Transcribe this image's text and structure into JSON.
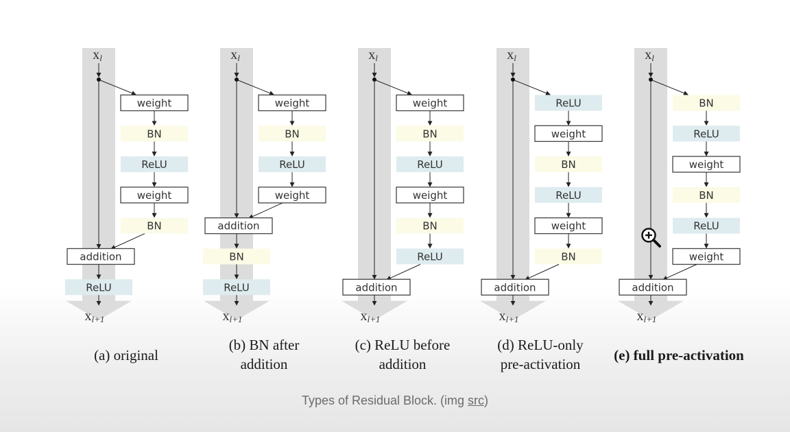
{
  "diagrams": [
    {
      "top_label": "x",
      "top_sub": "l",
      "bottom_label": "x",
      "bottom_sub": "l+1",
      "blocks": [
        "weight",
        "BN",
        "ReLU",
        "weight",
        "BN"
      ],
      "addition_label": "addition",
      "post_blocks": [
        "ReLU"
      ],
      "caption": [
        "(a) original"
      ],
      "caption_bold": false
    },
    {
      "top_label": "x",
      "top_sub": "l",
      "bottom_label": "x",
      "bottom_sub": "l+1",
      "blocks": [
        "weight",
        "BN",
        "ReLU",
        "weight"
      ],
      "addition_label": "addition",
      "post_blocks": [
        "BN",
        "ReLU"
      ],
      "caption": [
        "(b) BN after",
        "addition"
      ],
      "caption_bold": false
    },
    {
      "top_label": "x",
      "top_sub": "l",
      "bottom_label": "x",
      "bottom_sub": "l+1",
      "blocks": [
        "weight",
        "BN",
        "ReLU",
        "weight",
        "BN",
        "ReLU"
      ],
      "addition_label": "addition",
      "post_blocks": [],
      "caption": [
        "(c) ReLU before",
        "addition"
      ],
      "caption_bold": false
    },
    {
      "top_label": "x",
      "top_sub": "l",
      "bottom_label": "x",
      "bottom_sub": "l+1",
      "blocks": [
        "ReLU",
        "weight",
        "BN",
        "ReLU",
        "weight",
        "BN"
      ],
      "addition_label": "addition",
      "post_blocks": [],
      "caption": [
        "(d) ReLU-only",
        "pre-activation"
      ],
      "caption_bold": false
    },
    {
      "top_label": "x",
      "top_sub": "l",
      "bottom_label": "x",
      "bottom_sub": "l+1",
      "blocks": [
        "BN",
        "ReLU",
        "weight",
        "BN",
        "ReLU",
        "weight"
      ],
      "addition_label": "addition",
      "post_blocks": [],
      "caption": [
        "(e) full pre-activation"
      ],
      "caption_bold": true
    }
  ],
  "block_colors": {
    "weight": "#ffffff",
    "BN": "#fbfbe6",
    "ReLU": "#deebef",
    "addition": "#ffffff"
  },
  "spine_color": "#dcdcdc",
  "image_caption": {
    "text": "Types of Residual Block. (img ",
    "link": "src",
    "suffix": ")"
  },
  "cursor_icon": "zoom-in-icon"
}
